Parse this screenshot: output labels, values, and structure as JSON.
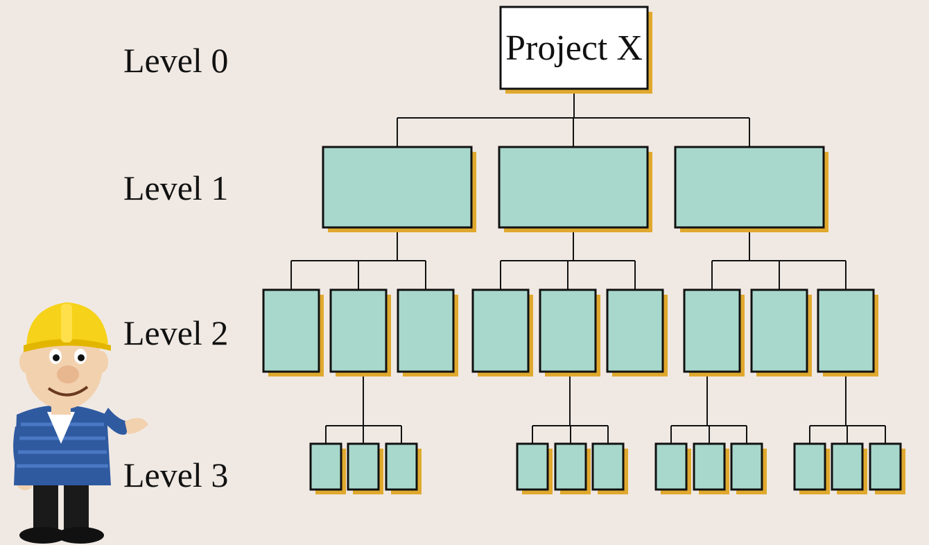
{
  "diagram": {
    "root_label": "Project X",
    "levels": [
      "Level 0",
      "Level 1",
      "Level 2",
      "Level 3"
    ],
    "level_1_count": 3,
    "level_2_per_parent": 3,
    "level_3_groups": 4,
    "level_3_per_group": 3
  },
  "colors": {
    "background": "#f0e9e3",
    "box_fill": "#a8d8cc",
    "root_fill": "#ffffff",
    "shadow": "#e0a92e",
    "stroke": "#111111"
  },
  "icons": {
    "mascot": "construction-worker-icon"
  }
}
